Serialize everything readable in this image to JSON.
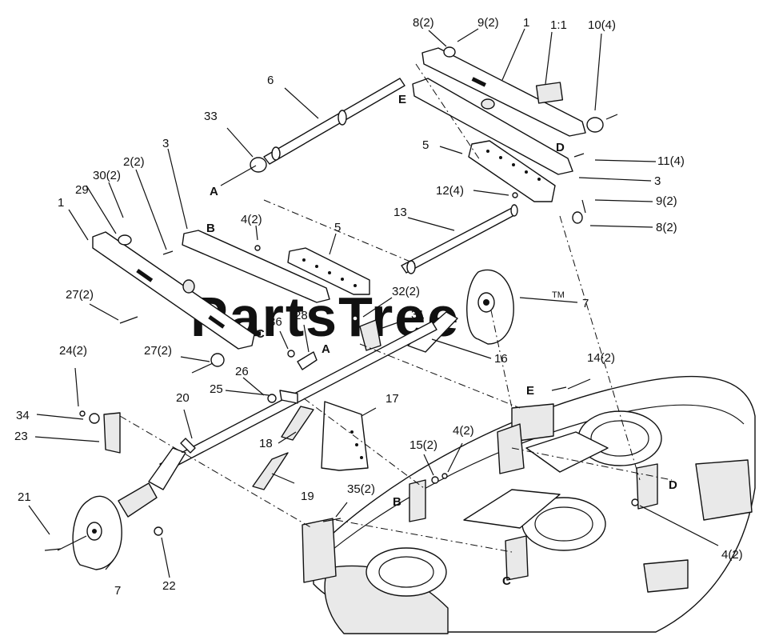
{
  "watermark": {
    "text": "PartsTree",
    "trademark": "TM"
  },
  "callouts": [
    "8(2)",
    "9(2)",
    "1",
    "1:1",
    "10(4)",
    "6",
    "33",
    "3",
    "2(2)",
    "30(2)",
    "29",
    "1",
    "4(2)",
    "5",
    "5",
    "13",
    "12(4)",
    "11(4)",
    "3",
    "9(2)",
    "8(2)",
    "27(2)",
    "32(2)",
    "31",
    "7",
    "36",
    "28",
    "27(2)",
    "16",
    "14(2)",
    "24(2)",
    "26",
    "25",
    "20",
    "17",
    "34",
    "23",
    "18",
    "15(2)",
    "4(2)",
    "19",
    "21",
    "35(2)",
    "7",
    "22",
    "4(2)"
  ],
  "references": [
    "A",
    "A",
    "B",
    "B",
    "C",
    "C",
    "D",
    "D",
    "E",
    "E"
  ]
}
